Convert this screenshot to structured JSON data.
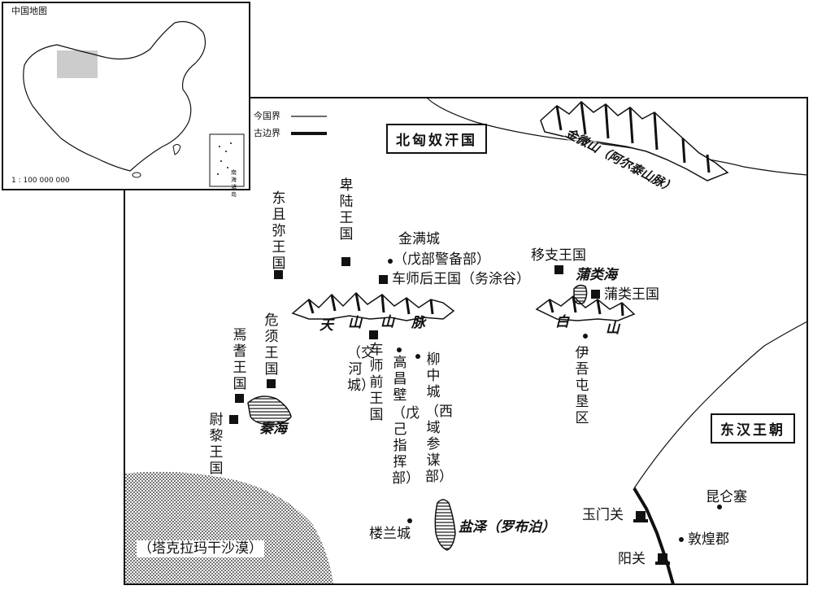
{
  "inset": {
    "title": "中国地图",
    "scale": "1 : 100 000 000",
    "south_sea_label": "南海诸岛"
  },
  "legend": {
    "modern": "今国界",
    "ancient": "古边界"
  },
  "regions": {
    "xiongnu": "北匈奴汗国",
    "han": "东汉王朝",
    "desert": "（塔克拉玛干沙漠）"
  },
  "mountains": {
    "tianshan": [
      "天",
      "山",
      "山",
      "脉"
    ],
    "baishan": [
      "白",
      "山"
    ],
    "jinwei": "金微山（阿尔泰山脉）"
  },
  "lakes": {
    "pulei": "蒲类海",
    "qinhai": "秦海",
    "yanze": "盐泽（罗布泊）"
  },
  "places": {
    "dongjumi": "东且弥王国",
    "beilu": "卑陆王国",
    "jinmancheng": "金满城",
    "jinmancheng_note": "（戊部警备部）",
    "cheshi_hou": "车师后王国（务涂谷）",
    "yizhi": "移支王国",
    "pulei_kingdom": "蒲类王国",
    "yiwu": "伊吾屯垦区",
    "weixu": "危须王国",
    "yanqi": "焉耆王国",
    "weili": "尉黎王国",
    "cheshi_qian": "车师前王国",
    "jiaohe": "（交河城）",
    "gaochang": "高昌壁",
    "gaochang_note": "（戊己指挥部）",
    "liuzhong": "柳中城",
    "liuzhong_note": "（西域参谋部）",
    "loulan": "楼兰城",
    "kunlun": "昆仑塞",
    "yumen": "玉门关",
    "dunhuang": "敦煌郡",
    "yangguan": "阳关"
  },
  "colors": {
    "ink": "#111111",
    "shade": "#cccccc",
    "paper": "#ffffff"
  }
}
